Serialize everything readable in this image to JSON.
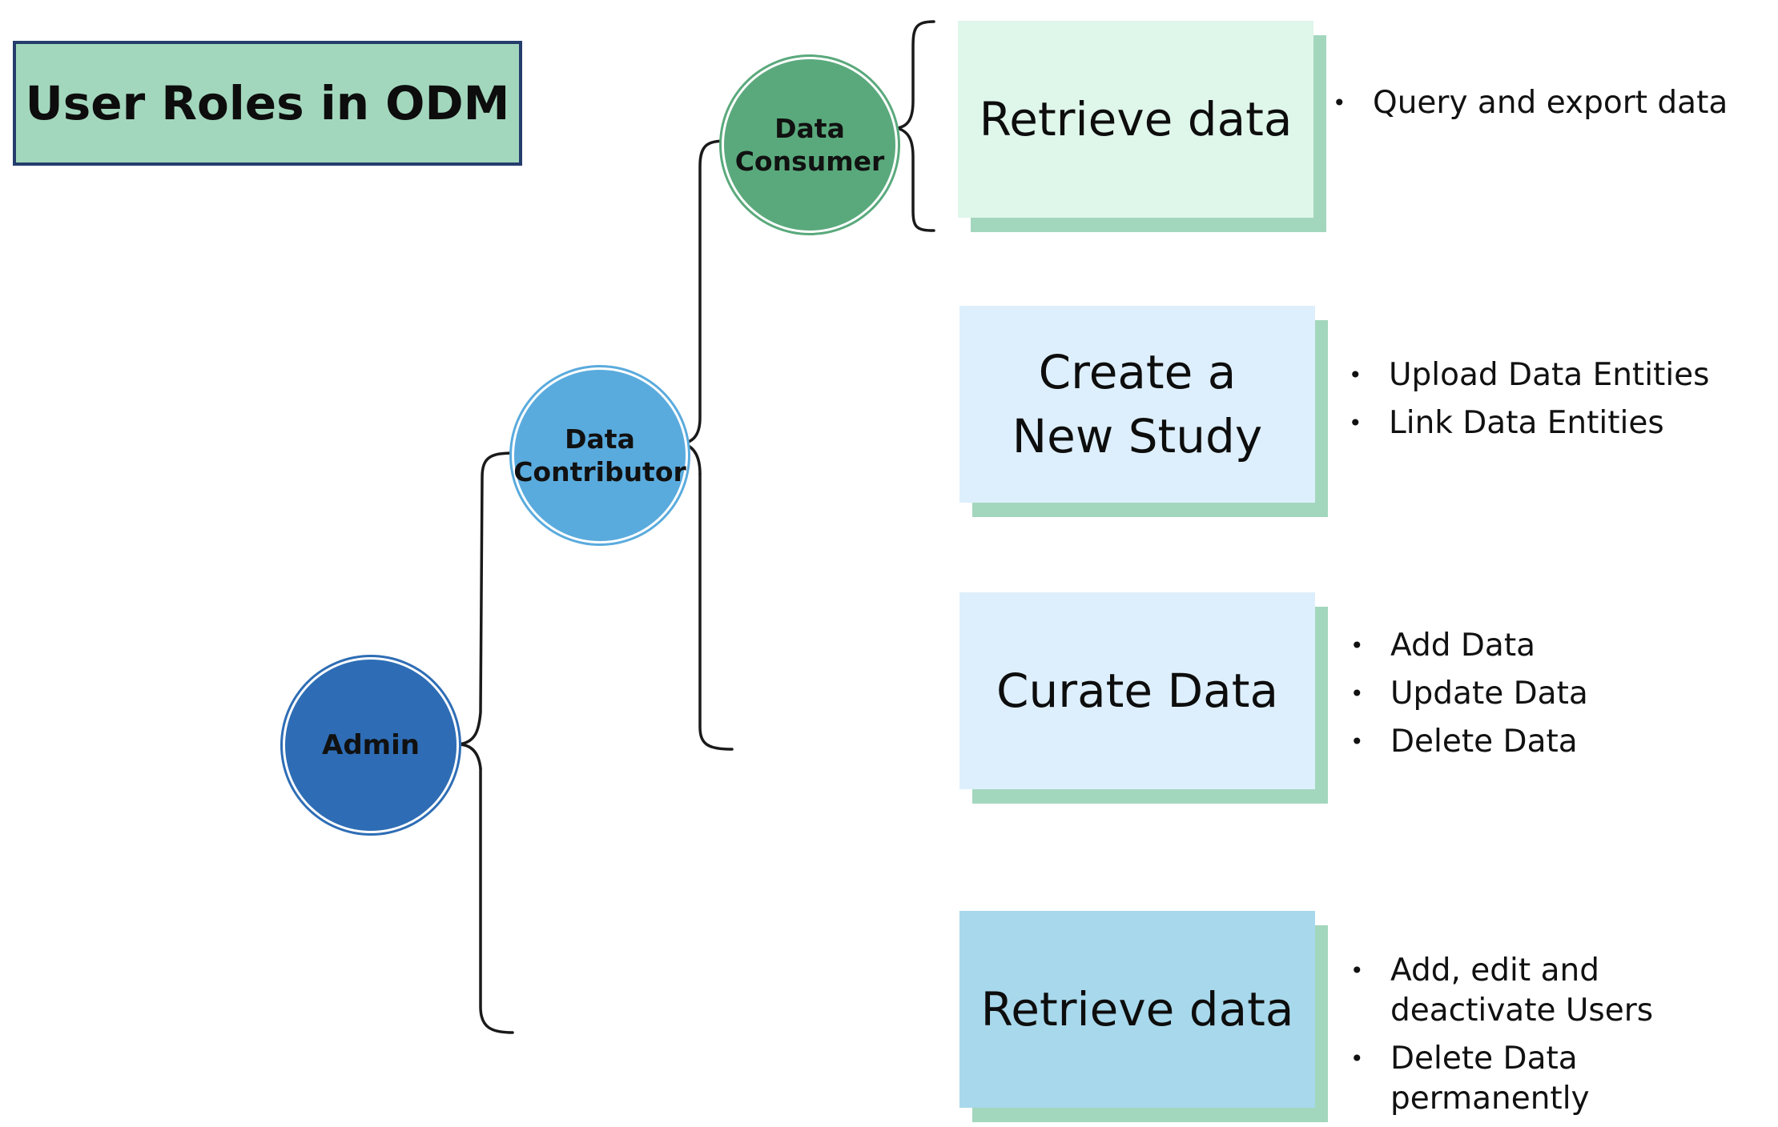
{
  "title": "User Roles in ODM",
  "roles": {
    "consumer": "Data\nConsumer",
    "contributor": "Data\nContributor",
    "admin": "Admin"
  },
  "cards": [
    {
      "title": "Retrieve data",
      "bullets": [
        "Query and export data"
      ]
    },
    {
      "title": "Create a\nNew Study",
      "bullets": [
        "Upload Data Entities",
        "Link Data Entities"
      ]
    },
    {
      "title": "Curate Data",
      "bullets": [
        "Add Data",
        "Update Data",
        "Delete Data"
      ]
    },
    {
      "title": "Retrieve data",
      "bullets": [
        "Add, edit and deactivate Users",
        "Delete Data permanently"
      ]
    }
  ],
  "colors": {
    "title_bg": "#a3d7bd",
    "title_border": "#243d6c",
    "consumer": "#5aa97c",
    "contributor": "#5aabdd",
    "admin": "#2e6db5",
    "card_green": "#dff6ea",
    "card_light_blue": "#ddeffc",
    "card_blue": "#a8d8eb",
    "card_shadow": "#a3d7bd"
  }
}
